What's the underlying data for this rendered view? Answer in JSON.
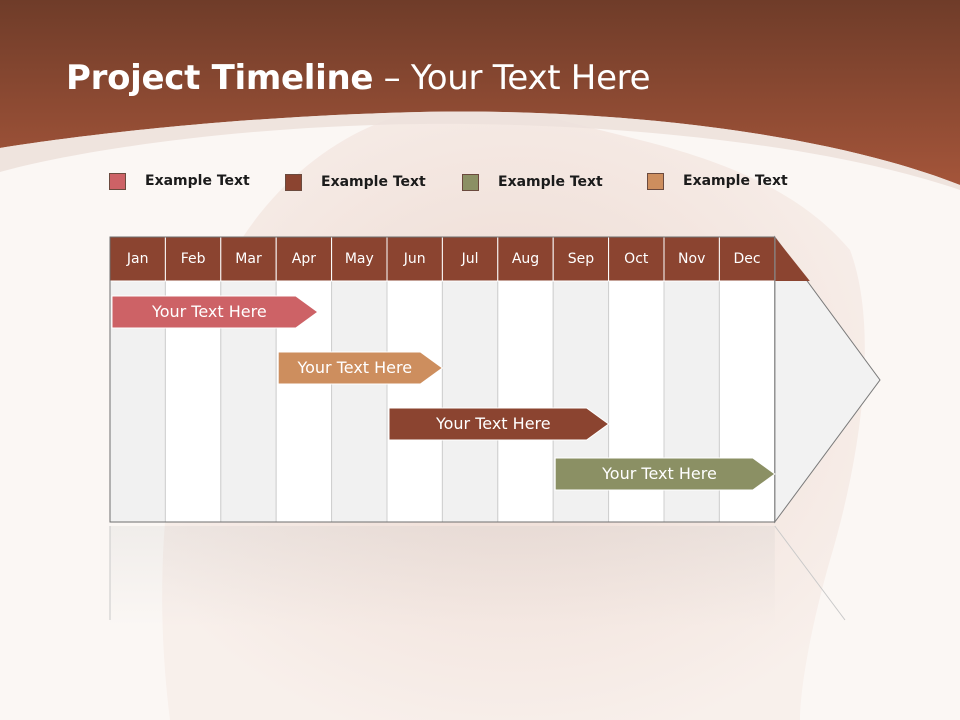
{
  "title": {
    "bold": "Project Timeline",
    "rest": " – Your Text Here"
  },
  "legend": [
    {
      "label": "Example Text",
      "color": "#cd6266"
    },
    {
      "label": "Example Text",
      "color": "#8b4430"
    },
    {
      "label": "Example Text",
      "color": "#8b9064"
    },
    {
      "label": "Example Text",
      "color": "#cd8e5e"
    }
  ],
  "months": [
    "Jan",
    "Feb",
    "Mar",
    "Apr",
    "May",
    "Jun",
    "Jul",
    "Aug",
    "Sep",
    "Oct",
    "Nov",
    "Dec"
  ],
  "tasks": [
    {
      "label": "Your  Text Here",
      "start": 0,
      "end": 3.75,
      "color": "#cd6266"
    },
    {
      "label": "Your  Text Here",
      "start": 3,
      "end": 6,
      "color": "#cd8e5e"
    },
    {
      "label": "Your  Text Here",
      "start": 5,
      "end": 9,
      "color": "#8b4430"
    },
    {
      "label": "Your  Text Here",
      "start": 8,
      "end": 12,
      "color": "#8b9064"
    }
  ],
  "colors": {
    "header_band": "#8b4430",
    "month_header": "#8b4430",
    "column_alt": "#f1f1f1"
  }
}
